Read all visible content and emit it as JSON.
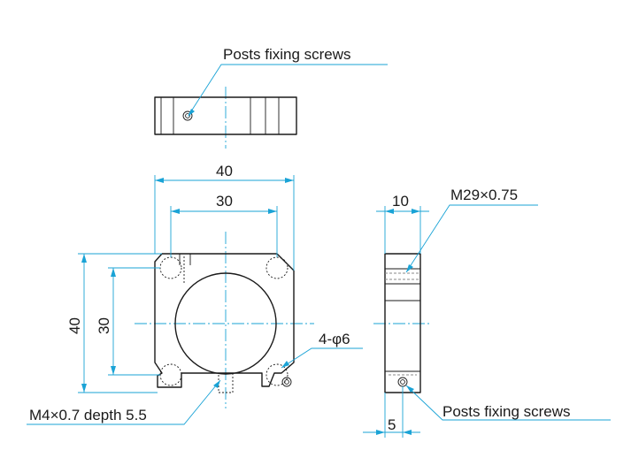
{
  "colors": {
    "dimension_line": "#1aa3d6",
    "outline": "#1a1a1a",
    "background": "#ffffff"
  },
  "labels": {
    "top_leader": "Posts fixing screws",
    "right_leader": "Posts fixing screws",
    "thread_spec": "M29×0.75",
    "holes_spec": "4-φ6",
    "tap_spec": "M4×0.7 depth 5.5"
  },
  "dimensions": {
    "front_width_outer": "40",
    "front_width_inner": "30",
    "front_height_outer": "40",
    "front_height_inner": "30",
    "side_thickness": "10",
    "side_screw_offset": "5"
  }
}
